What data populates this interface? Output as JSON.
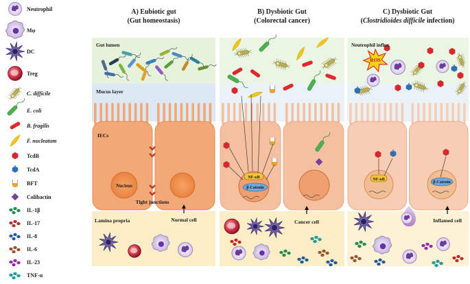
{
  "legend": [
    {
      "key": "neutrophil",
      "label": "Neutrophil",
      "italic": false
    },
    {
      "key": "macrophage",
      "label": "Mφ",
      "italic": false
    },
    {
      "key": "dc",
      "label": "DC",
      "italic": false
    },
    {
      "key": "treg",
      "label": "Treg",
      "italic": false
    },
    {
      "key": "cdiff",
      "label": "C. difficile",
      "italic": true
    },
    {
      "key": "ecoli",
      "label": "E. coli",
      "italic": true
    },
    {
      "key": "bfrag",
      "label": "B. fragilis",
      "italic": true
    },
    {
      "key": "fnuc",
      "label": "F. nucleatum",
      "italic": true
    },
    {
      "key": "tcdb",
      "label": "TcdB",
      "italic": false
    },
    {
      "key": "tcda",
      "label": "TcdA",
      "italic": false
    },
    {
      "key": "bft",
      "label": "BFT",
      "italic": false
    },
    {
      "key": "colibactin",
      "label": "Colibactin",
      "italic": false
    },
    {
      "key": "il1b",
      "label": "IL-1β",
      "italic": false
    },
    {
      "key": "il17",
      "label": "IL-17",
      "italic": false
    },
    {
      "key": "il8",
      "label": "IL-8",
      "italic": false
    },
    {
      "key": "il6",
      "label": "IL-6",
      "italic": false
    },
    {
      "key": "il23",
      "label": "IL-23",
      "italic": false
    },
    {
      "key": "tnfa",
      "label": "TNF-α",
      "italic": false
    }
  ],
  "panels": {
    "a": {
      "title1": "A) Eubiotic gut",
      "title2": "(Gut homeostasis)"
    },
    "b": {
      "title1": "B) Dysbiotic Gut",
      "title2": "(Colorectal cancer)"
    },
    "c": {
      "title1": "C) Dysbiotic Gut",
      "title2_pre": "(",
      "title2_italic": "Clostridioides difficile",
      "title2_post": " infection)"
    }
  },
  "layer_labels": {
    "gut_lumen": "Gut lumen",
    "mucus_layer": "Mucus layer",
    "iecs": "IECs",
    "lamina_propria": "Lamina propria",
    "neutrophil_influx": "Neutrophil influx"
  },
  "annotations": {
    "nucleus": "Nucleus",
    "tight_junctions": "Tight junctions",
    "normal_cell": "Normal cell",
    "cancer_cell": "Cancer cell",
    "inflamed_cell": "Inflamed cell",
    "nfkb": "NF-κB",
    "beta_catenin": "β-Catenin",
    "ros": "ROS"
  },
  "colors": {
    "lumen": "#e6f2dc",
    "mucus": "#dce8f4",
    "iec": "#f2a877",
    "iec_dark": "#e8915c",
    "lamina": "#fbedc6",
    "tcdb": "#d9272d",
    "tcda": "#2f6fb3",
    "colibactin": "#7b3fa0",
    "bfrag": "#e8262a",
    "fnuc": "#f5c518",
    "ecoli": "#4caf50",
    "cdiff": "#b8ad55"
  }
}
